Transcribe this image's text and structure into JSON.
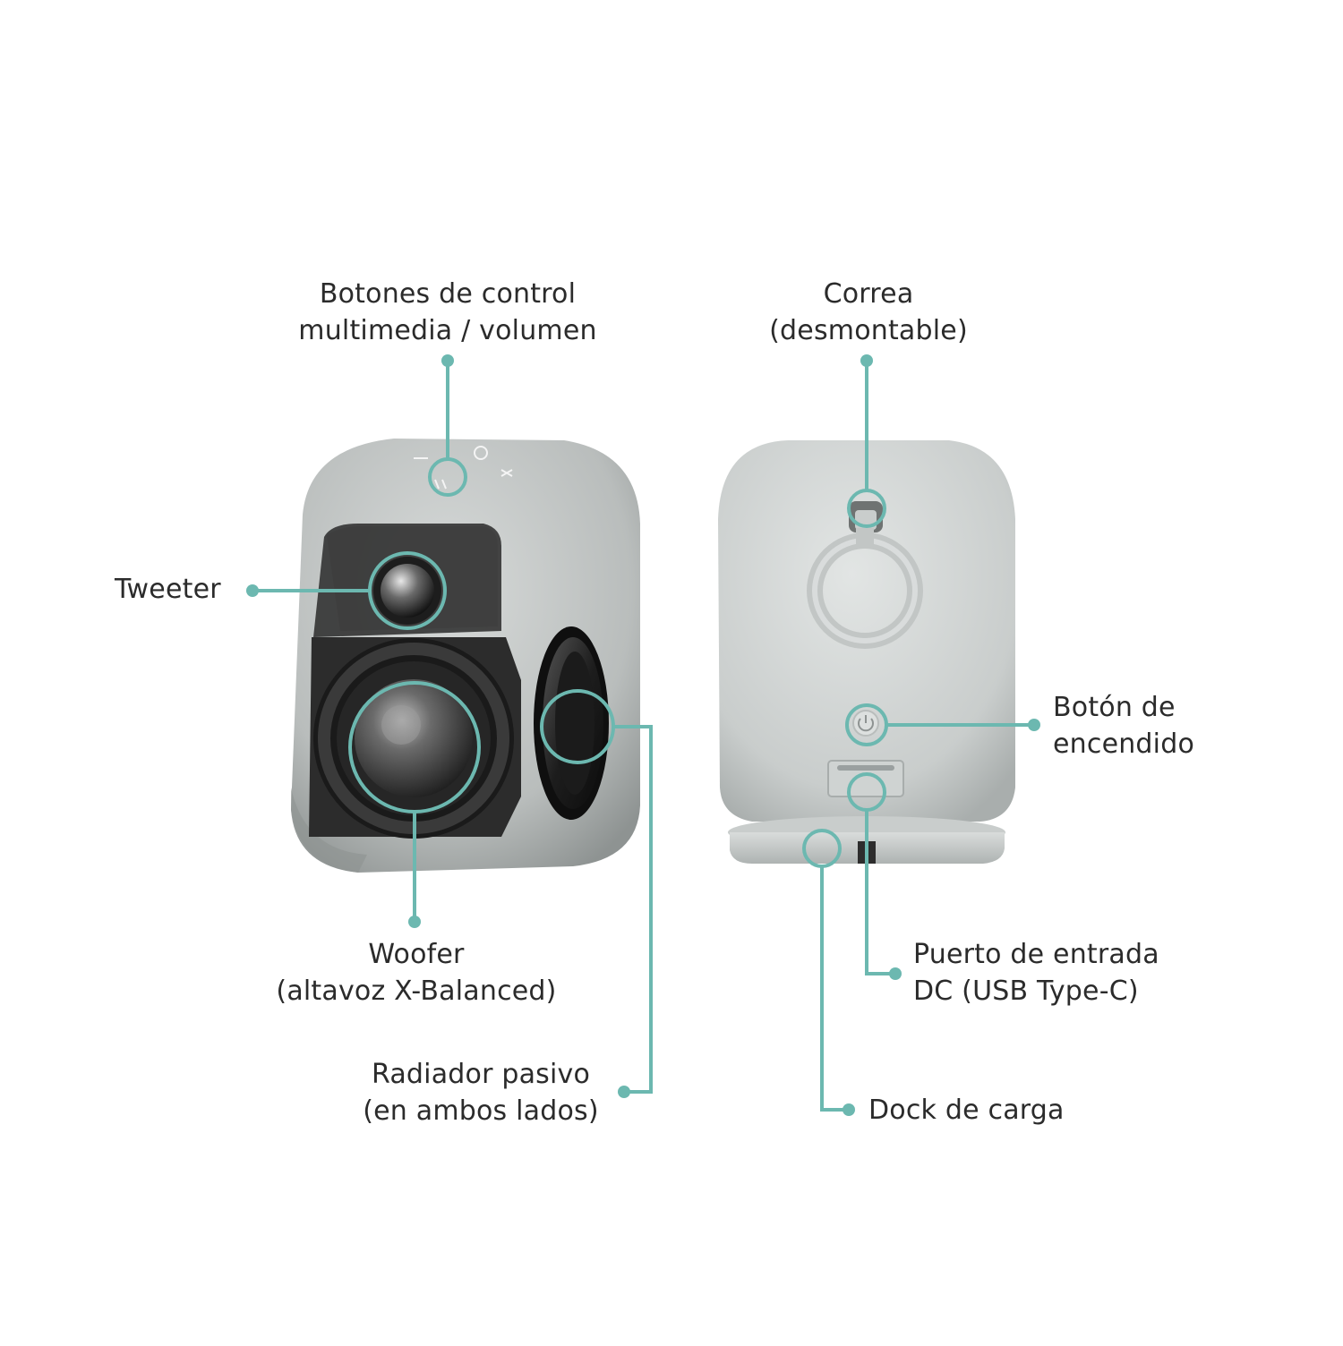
{
  "accent_color": "#6cb8b0",
  "labels": {
    "media_buttons": [
      "Botones de control",
      "multimedia / volumen"
    ],
    "tweeter": [
      "Tweeter"
    ],
    "woofer": [
      "Woofer",
      "(altavoz X-Balanced)"
    ],
    "passive_radiator": [
      "Radiador pasivo",
      "(en ambos lados)"
    ],
    "strap": [
      "Correa",
      "(desmontable)"
    ],
    "power_button": [
      "Botón de",
      "encendido"
    ],
    "dc_port": [
      "Puerto de entrada",
      "DC (USB Type-C)"
    ],
    "charging_dock": [
      "Dock de carga"
    ]
  }
}
